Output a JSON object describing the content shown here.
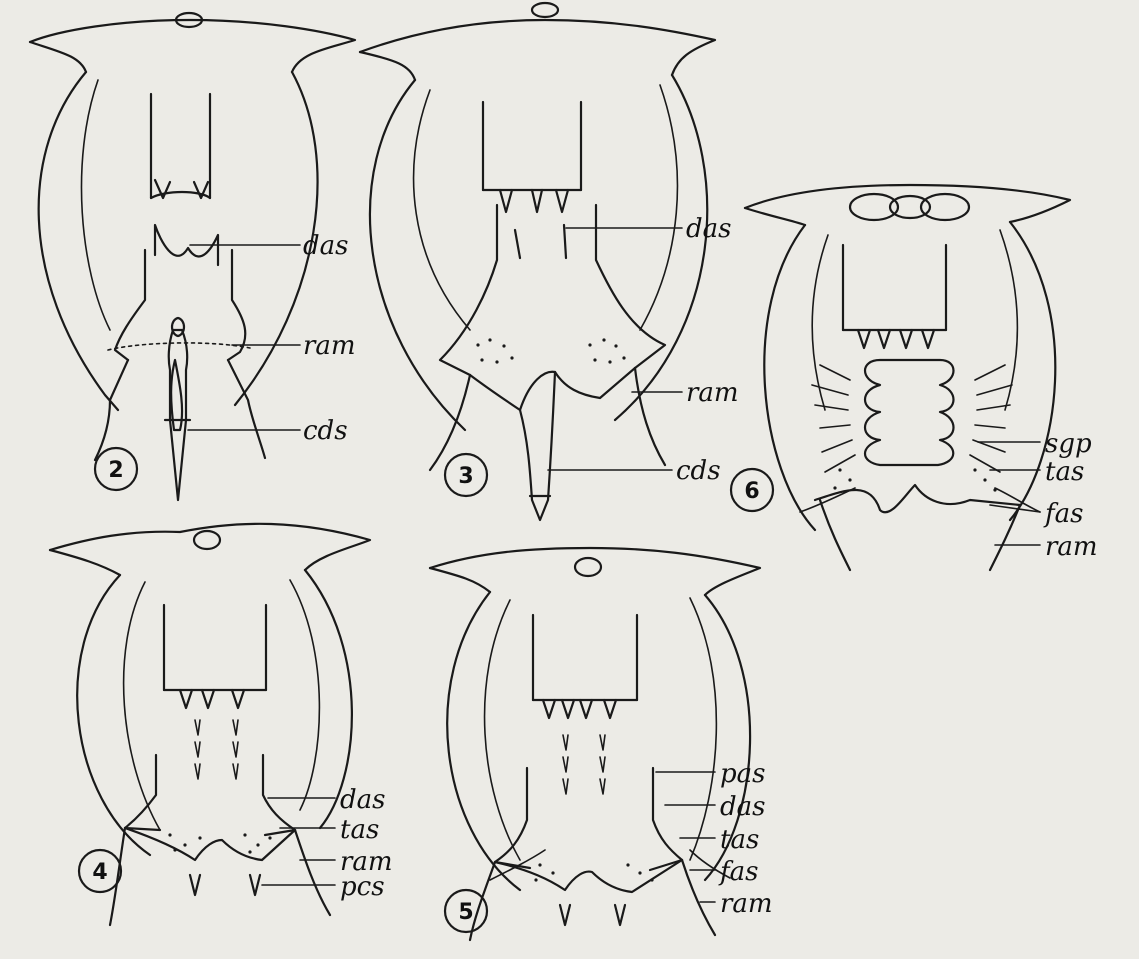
{
  "figures": [
    {
      "number": "2",
      "labels": [
        "das",
        "ram",
        "cds"
      ]
    },
    {
      "number": "3",
      "labels": [
        "das",
        "ram",
        "cds"
      ]
    },
    {
      "number": "6",
      "labels": [
        "sgp",
        "tas",
        "fas",
        "ram"
      ]
    },
    {
      "number": "4",
      "labels": [
        "das",
        "tas",
        "ram",
        "pcs"
      ]
    },
    {
      "number": "5",
      "labels": [
        "pas",
        "das",
        "tas",
        "fas",
        "ram"
      ]
    }
  ]
}
